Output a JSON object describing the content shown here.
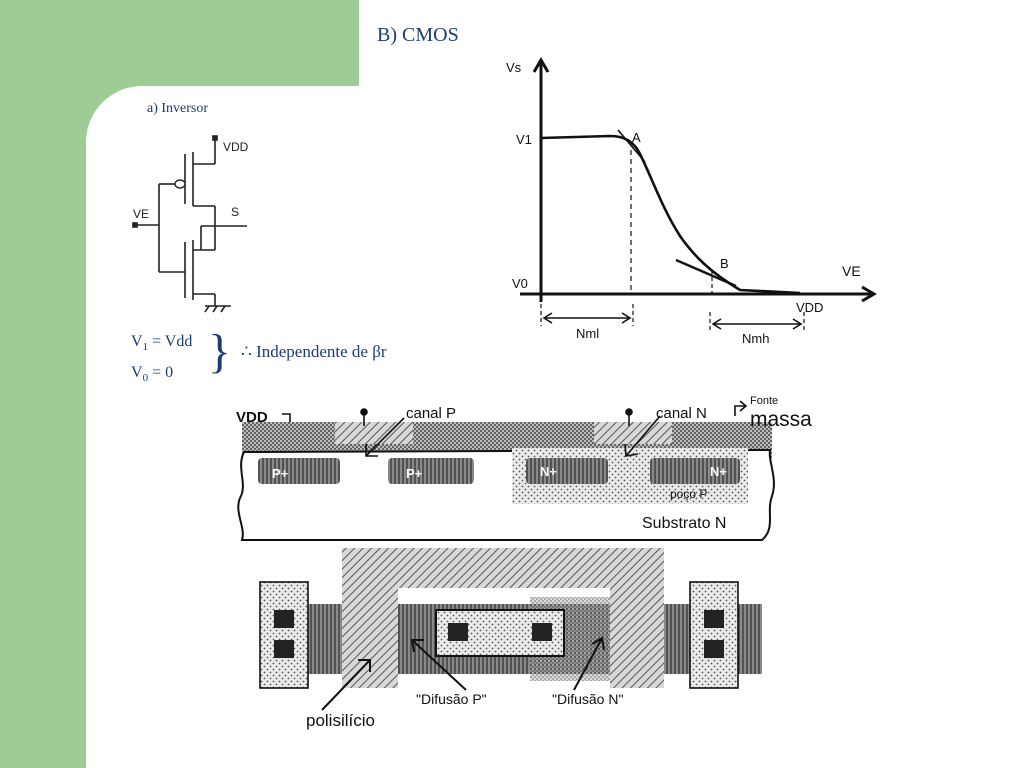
{
  "slide": {
    "heading": "B) CMOS",
    "subheading": "a) Inversor",
    "colors": {
      "side_panel": "#9dcc95",
      "text": "#1f3b73"
    }
  },
  "circuit": {
    "vdd_label": "VDD",
    "input_label": "VE",
    "output_label": "S"
  },
  "equations": {
    "v1_main": "V",
    "v1_sub": "1",
    "v1_rest": " = Vdd",
    "v0_main": "V",
    "v0_sub": "0",
    "v0_rest": " = 0",
    "brace": "}",
    "therefore": "∴",
    "conclusion": "Independente de βr"
  },
  "transfer_curve": {
    "y_axis_label": "Vs",
    "x_axis_label": "VE",
    "v1_label": "V1",
    "v0_label": "V0",
    "point_a": "A",
    "point_b": "B",
    "vdd_label": "VDD",
    "nml_label": "Nml",
    "nmh_label": "Nmh"
  },
  "cross_section": {
    "vdd_label": "VDD",
    "canal_p_label": "canal P",
    "canal_n_label": "canal N",
    "fonte_label": "Fonte",
    "massa_label": "massa",
    "p_plus_label": "P+",
    "n_plus_label": "N+",
    "poco_label": "poço P",
    "substrate_label": "Substrato N"
  },
  "layout_view": {
    "polysilicon_label": "polisilício",
    "p_diffusion_label": "\"Difusão P\"",
    "n_diffusion_label": "\"Difusão N\""
  }
}
